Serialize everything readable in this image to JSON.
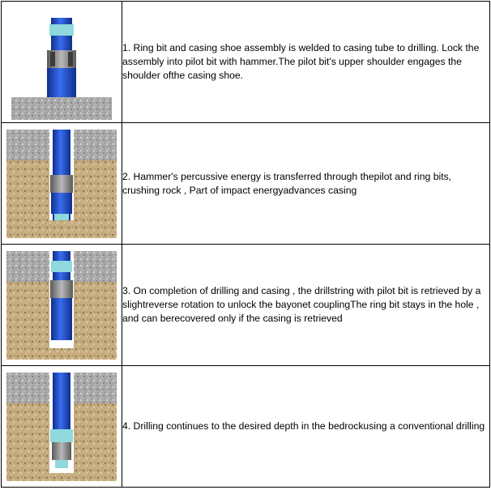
{
  "steps": [
    {
      "number": "1",
      "text": "1. Ring bit and casing shoe assembly is welded to casing tube to drilling. Lock the assembly into pilot bit with hammer.The pilot bit's upper shoulder engages the shoulder ofthe casing shoe."
    },
    {
      "number": "2",
      "text": "2. Hammer's percussive energy is transferred through thepilot and ring bits, crushing rock , Part of impact energyadvances casing"
    },
    {
      "number": "3",
      "text": "3. On completion of drilling and casing , the drillstring with pilot bit is retrieved by a slightreverse rotation to unlock the bayonet couplingThe ring bit stays in the hole , and can berecovered only if the casing is retrieved"
    },
    {
      "number": "4",
      "text": "4. Drilling continues to the desired depth in the bedrockusing a conventional drilling"
    }
  ],
  "colors": {
    "gravel": "#a6a6a6",
    "soil": "#c7ae80",
    "pipe_blue": "#1f4fc4",
    "pipe_cyan": "#8fd8dc",
    "steel": "#8a8a8a",
    "hole": "#ffffff"
  }
}
